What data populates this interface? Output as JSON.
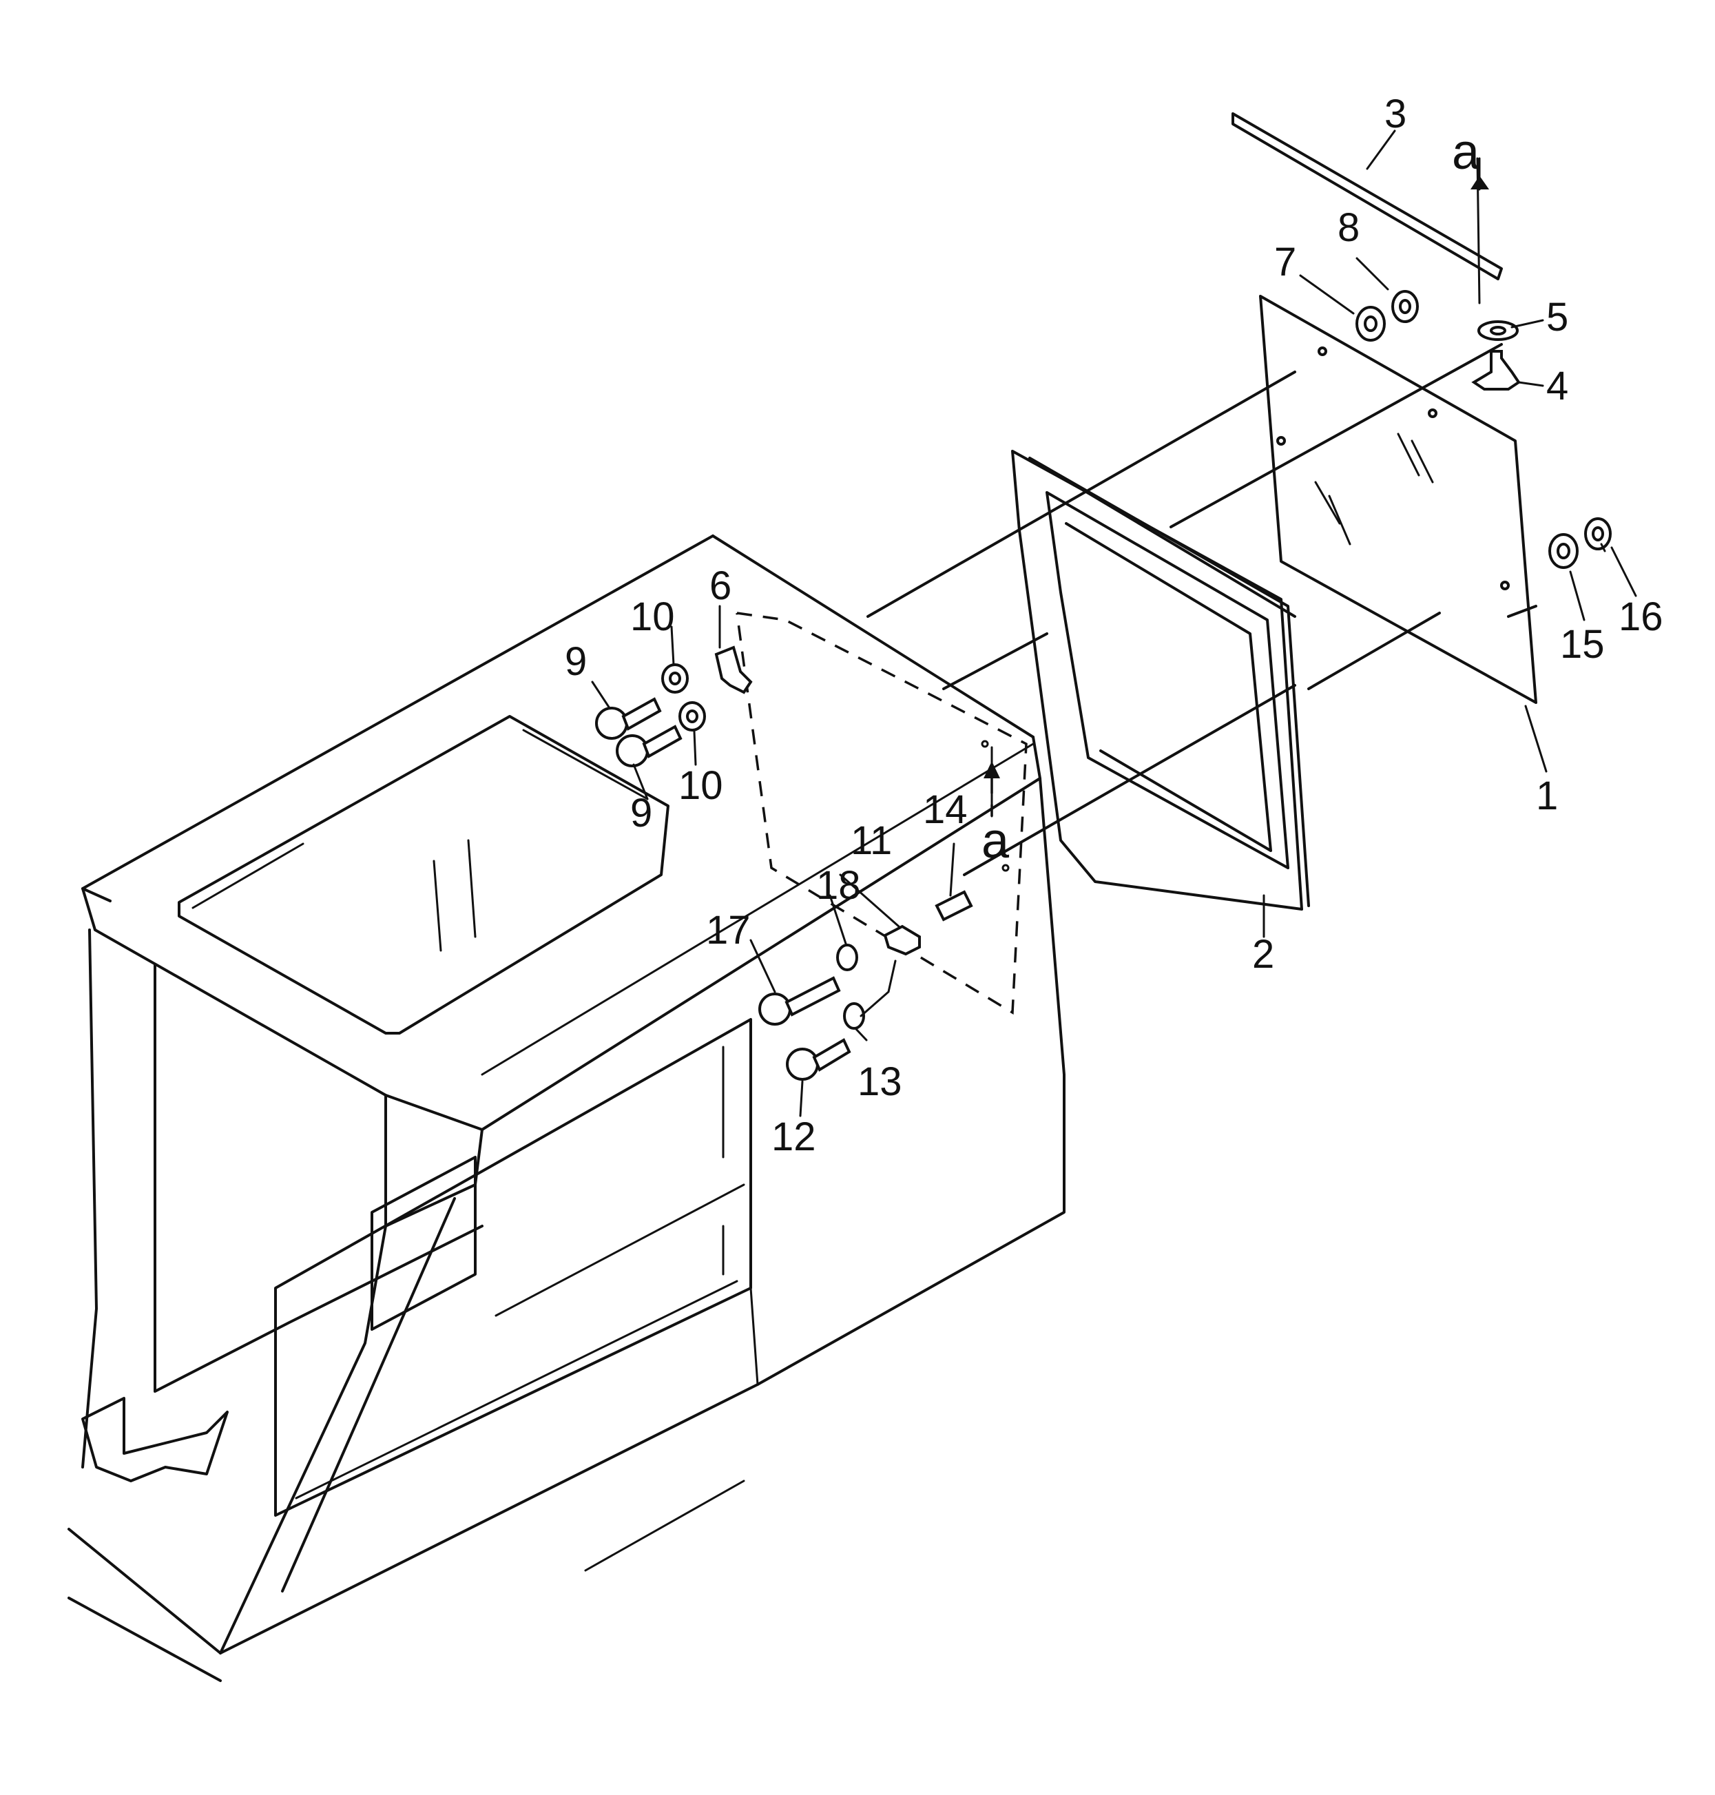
{
  "callouts": {
    "p1": "1",
    "p2": "2",
    "p3": "3",
    "p4": "4",
    "p5": "5",
    "p6": "6",
    "p7": "7",
    "p8": "8",
    "p9a": "9",
    "p9b": "9",
    "p10a": "10",
    "p10b": "10",
    "p11": "11",
    "p12": "12",
    "p13": "13",
    "p14": "14",
    "p15": "15",
    "p16": "16",
    "p17": "17",
    "p18": "18"
  },
  "view_marks": {
    "upper": "a",
    "lower": "a"
  }
}
